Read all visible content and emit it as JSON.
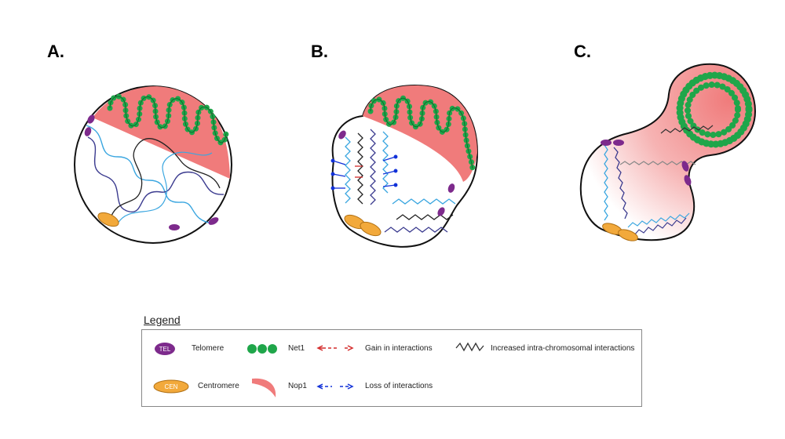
{
  "panels": {
    "a": "A.",
    "b": "B.",
    "c": "C."
  },
  "legend": {
    "title": "Legend",
    "telomere": {
      "badge": "TEL",
      "label": "Telomere"
    },
    "centromere": {
      "badge": "CEN",
      "label": "Centromere"
    },
    "net1": "Net1",
    "nop1": "Nop1",
    "gain": "Gain in interactions",
    "loss": "Loss of interactions",
    "intra": "Increased intra-chromosomal interactions"
  },
  "colors": {
    "nop1": "#f07b7b",
    "net1": "#1fa64a",
    "telomere": "#7d2a8c",
    "centromere": "#f2a93b",
    "gain": "#d42a2a",
    "loss": "#1030d8",
    "chromosome_light": "#3aa6e0",
    "chromosome_dark": "#3b3b8f"
  }
}
